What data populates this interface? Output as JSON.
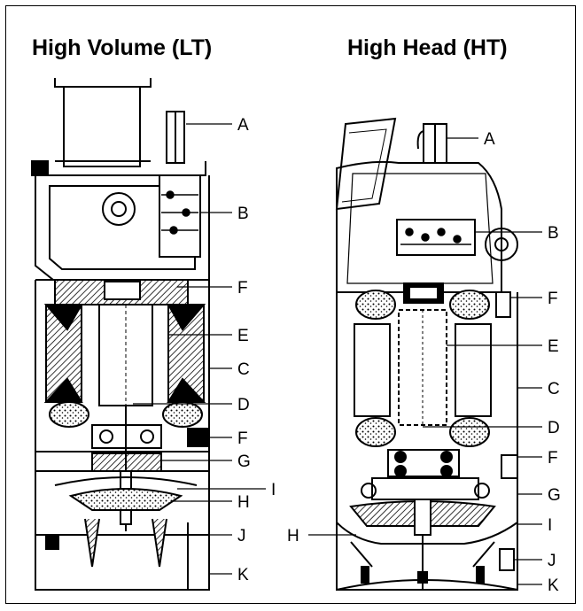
{
  "titles": {
    "left": "High Volume (LT)",
    "right": "High Head (HT)"
  },
  "left_labels": [
    "A",
    "B",
    "F",
    "E",
    "C",
    "D",
    "F",
    "G",
    "I",
    "H",
    "J",
    "K"
  ],
  "right_labels": [
    "A",
    "B",
    "F",
    "E",
    "C",
    "D",
    "F",
    "G",
    "H",
    "I",
    "J",
    "K"
  ]
}
